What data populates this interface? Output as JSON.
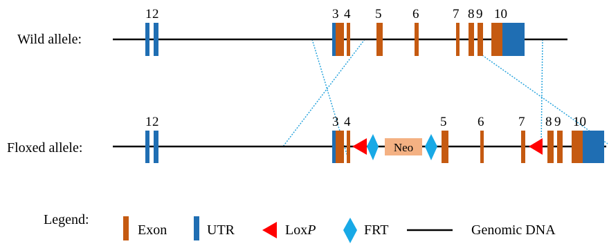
{
  "colors": {
    "exon": "#c55a11",
    "utr": "#1f6eb3",
    "loxp": "#ff0000",
    "frt": "#18a9e6",
    "neo_fill": "#f4b183",
    "dna": "#000000",
    "connector": "#27a3dc"
  },
  "wild": {
    "label": "Wild allele:",
    "exon_numbers": [
      "1",
      "2",
      "3",
      "4",
      "5",
      "6",
      "7",
      "8",
      "9",
      "10"
    ]
  },
  "floxed": {
    "label": "Floxed allele:",
    "exon_numbers": [
      "1",
      "2",
      "3",
      "4",
      "5",
      "6",
      "7",
      "8",
      "9",
      "10"
    ],
    "neo_label": "Neo"
  },
  "legend": {
    "title": "Legend:",
    "items": [
      {
        "shape": "exon",
        "label": "Exon",
        "italic_suffix": ""
      },
      {
        "shape": "utr",
        "label": "UTR",
        "italic_suffix": ""
      },
      {
        "shape": "loxp",
        "label": "Lox",
        "italic_suffix": "P"
      },
      {
        "shape": "frt",
        "label": "FRT",
        "italic_suffix": ""
      },
      {
        "shape": "dna",
        "label": "Genomic DNA",
        "italic_suffix": ""
      }
    ]
  }
}
